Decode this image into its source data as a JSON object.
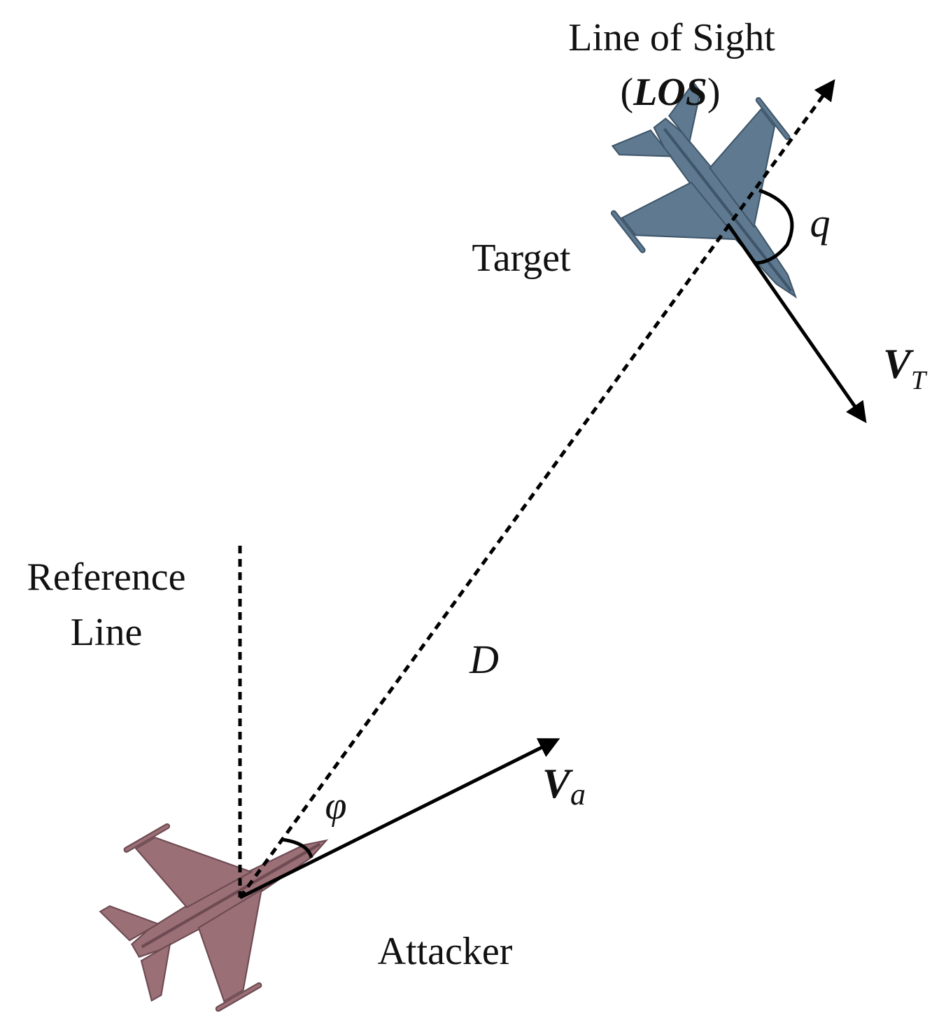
{
  "labels": {
    "los_line1": "Line of Sight",
    "los_open": "(",
    "los_abbrev": "LOS",
    "los_close": ")",
    "target": "Target",
    "reference_line1": "Reference",
    "reference_line2": "Line",
    "attacker": "Attacker",
    "distance": "D",
    "angle_attacker": "φ",
    "angle_target": "q",
    "vt_main": "V",
    "vt_sub": "T",
    "va_main": "V",
    "va_sub": "a"
  },
  "colors": {
    "line": "#000000",
    "target_aircraft": "#5f7a90",
    "target_aircraft_dark": "#3f566a",
    "attacker_aircraft": "#9a6f76",
    "attacker_aircraft_dark": "#6e4a52",
    "text": "#111111"
  },
  "icons": {
    "target_aircraft": "fighter-jet-icon",
    "attacker_aircraft": "fighter-jet-icon",
    "arrowhead": "arrowhead-icon"
  }
}
